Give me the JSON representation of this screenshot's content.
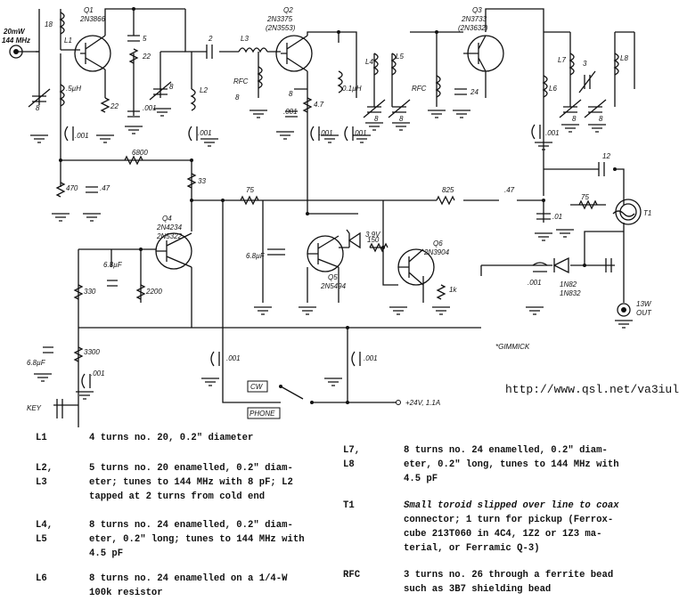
{
  "labels": {
    "input_power": "20mW",
    "input_freq": "144 MHz",
    "q1_name": "Q1",
    "q1_type": "2N3866",
    "q2_name": "Q2",
    "q2_type": "2N3375",
    "q2_alt": "(2N3553)",
    "q3_name": "Q3",
    "q3_type": "2N3733",
    "q3_alt": "(2N3632)",
    "q4_name": "Q4",
    "q4_type": "2N4234",
    "q4_alt": "2N5322",
    "q5_name": "Q5",
    "q5_type": "2N5494",
    "q6_name": "Q6",
    "q6_type": "2N3904",
    "l1": "L1",
    "l2": "L2",
    "l3": "L3",
    "l4": "L4",
    "l5": "L5",
    "l6": "L6",
    "l7": "L7",
    "l8": "L8",
    "rfc": "RFC",
    "t1": "T1",
    "c18": "18",
    "c8": "8",
    "c5": "5",
    "c2": "2",
    "c24": "24",
    "c3": "3",
    "c12": "12",
    "c001": ".001",
    "c01": ".01",
    "c047": ".47",
    "c68uf": "6.8µF",
    "c68uf_b": "6.8µF",
    "c68uf_c": "6.8µF",
    "r22": "22",
    "r470": "470",
    "r6800": "6800",
    "r33": "33",
    "r75": "75",
    "r825": "825",
    "r150": "150",
    "r1k": "1k",
    "r330": "330",
    "r2200": "2200",
    "r3300": "3300",
    "r47": "4.7",
    "l05uh": ".5µH",
    "l01uh": "0.1µH",
    "zener": "3.9V",
    "diode": "1N82",
    "diode_alt": "1N832",
    "output_power": "13W",
    "output": "OUT",
    "gimmick": "*GIMMICK",
    "cw": "CW",
    "phone": "PHONE",
    "supply": "+24V, 1.1A",
    "key": "KEY"
  },
  "url": "http://www.qsl.net/va3iul",
  "notes": [
    {
      "key": "L1",
      "lines": [
        "4 turns no. 20, 0.2\" diameter"
      ]
    },
    {
      "key": "L2, L3",
      "lines": [
        "5 turns no. 20 enamelled, 0.2\" diam-",
        "eter; tunes to 144 MHz with 8 pF; L2",
        "tapped at 2 turns from cold end"
      ]
    },
    {
      "key": "L4, L5",
      "lines": [
        "8 turns no. 24 enamelled, 0.2\" diam-",
        "eter, 0.2\" long; tunes to 144 MHz with",
        "4.5 pF"
      ]
    },
    {
      "key": "L6",
      "lines": [
        "8 turns no. 24 enamelled on a 1/4-W",
        "100k resistor"
      ]
    },
    {
      "key": "L7, L8",
      "lines": [
        "8 turns no. 24 enamelled, 0.2\" diam-",
        "eter, 0.2\" long, tunes to 144 MHz with",
        "4.5 pF"
      ]
    },
    {
      "key": "T1",
      "lines": [
        "Small toroid slipped over line to coax",
        "connector; 1 turn for pickup (Ferrox-",
        "cube 213T060 in 4C4, 1Z2 or 1Z3 ma-",
        "terial, or Ferramic Q-3)"
      ]
    },
    {
      "key": "RFC",
      "lines": [
        "3 turns no. 26 through a ferrite bead",
        "such as 3B7 shielding bead"
      ]
    }
  ]
}
